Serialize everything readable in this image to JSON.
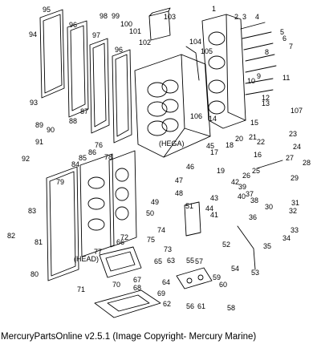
{
  "diagram": {
    "callouts": [
      "1",
      "2",
      "3",
      "4",
      "5",
      "6",
      "7",
      "8",
      "9",
      "10",
      "11",
      "12",
      "13",
      "14",
      "15",
      "16",
      "17",
      "18",
      "19",
      "20",
      "21",
      "22",
      "23",
      "24",
      "25",
      "26",
      "27",
      "28",
      "29",
      "30",
      "31",
      "32",
      "33",
      "34",
      "35",
      "36",
      "37",
      "38",
      "39",
      "40",
      "41",
      "42",
      "43",
      "44",
      "45",
      "46",
      "47",
      "48",
      "49",
      "50",
      "51",
      "52",
      "53",
      "54",
      "55",
      "56",
      "57",
      "58",
      "59",
      "60",
      "61",
      "62",
      "63",
      "64",
      "65",
      "66",
      "67",
      "68",
      "69",
      "70",
      "71",
      "72",
      "73",
      "74",
      "75",
      "76",
      "77",
      "78",
      "79",
      "80",
      "81",
      "82",
      "83",
      "84",
      "85",
      "86",
      "87",
      "88",
      "89",
      "90",
      "91",
      "92",
      "93",
      "94",
      "95",
      "96",
      "97",
      "98",
      "99",
      "100",
      "101",
      "102",
      "103",
      "104",
      "105",
      "106",
      "107"
    ],
    "labels": {
      "hega": "(HEGA)",
      "head": "(HEAD)"
    }
  },
  "footer": {
    "caption": "MercuryPartsOnline v2.5.1 (Image Copyright- Mercury Marine)"
  }
}
